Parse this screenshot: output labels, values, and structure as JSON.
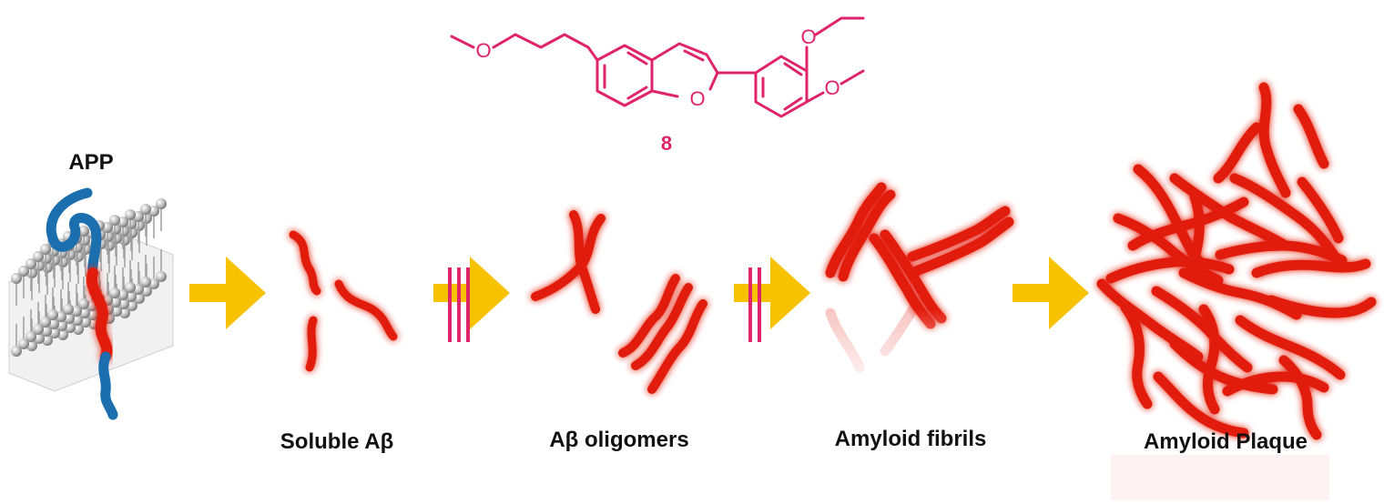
{
  "compound": {
    "id_label": "8",
    "atom_labels": {
      "o1": "O",
      "o2": "O",
      "o3": "O",
      "o4": "O"
    }
  },
  "stages": {
    "app": "APP",
    "soluble": "Soluble Aβ",
    "oligomers": "Aβ oligomers",
    "fibrils": "Amyloid fibrils",
    "plaque": "Amyloid Plaque"
  },
  "colors": {
    "compound": "#e0246a",
    "peptide": "#e21e10",
    "app_chain": "#1b6fae",
    "arrow": "#f7c200",
    "inhibit": "#e0246a",
    "membrane": "#bdbdbd"
  }
}
